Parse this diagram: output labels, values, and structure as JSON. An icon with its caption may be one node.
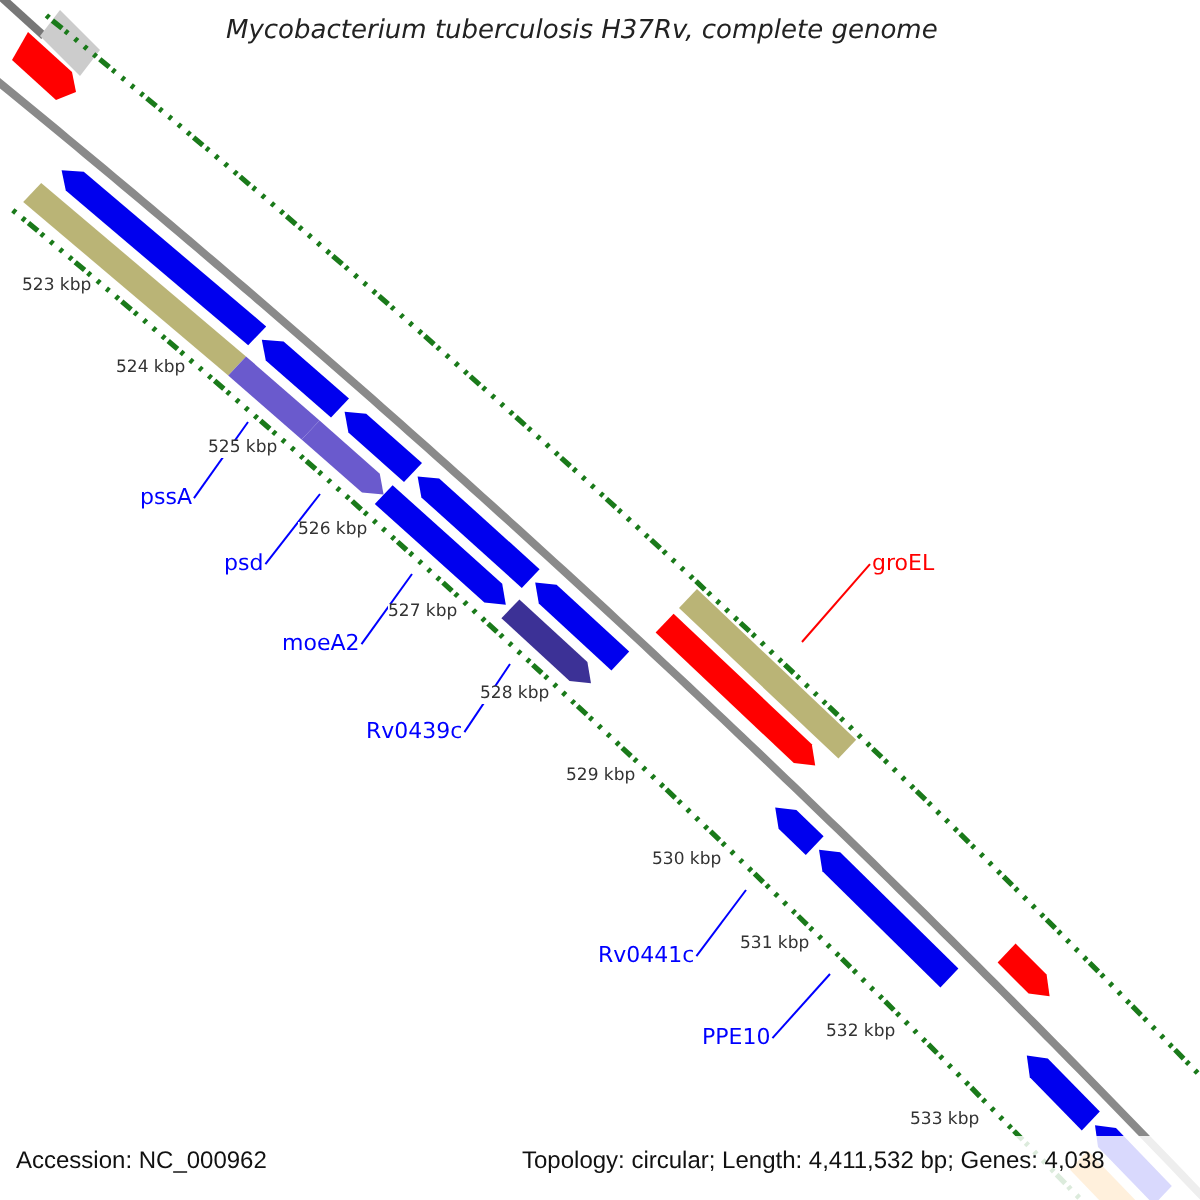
{
  "diagram": {
    "title": "Mycobacterium tuberculosis H37Rv, complete genome",
    "nodes": [
      {
        "text": [
          "pssA"
        ]
      },
      {
        "text": [
          "psd"
        ]
      },
      {
        "text": [
          "groEL"
        ]
      },
      {
        "text": [
          "moeA2"
        ]
      },
      {
        "text": [
          "Rv0439c"
        ]
      },
      {
        "text": [
          "Rv0441c"
        ]
      },
      {
        "text": [
          "PPE10"
        ]
      }
    ],
    "edges": [
      {
        "from": 0,
        "to": null,
        "arrow": "none"
      },
      {
        "from": 1,
        "to": null,
        "arrow": "none"
      },
      {
        "from": 2,
        "to": null,
        "arrow": "none",
        "color": "#ff0000"
      },
      {
        "from": 3,
        "to": null,
        "arrow": "none"
      },
      {
        "from": 4,
        "to": null,
        "arrow": "none"
      },
      {
        "from": 5,
        "to": null,
        "arrow": "none"
      },
      {
        "from": 6,
        "to": null,
        "arrow": "none"
      }
    ],
    "labels": [
      "523 kbp",
      "524 kbp",
      "525 kbp",
      "526 kbp",
      "527 kbp",
      "528 kbp",
      "529 kbp",
      "530 kbp",
      "531 kbp",
      "532 kbp",
      "533 kbp",
      "Accession: NC_000962",
      "Topology: circular; Length: 4,411,532 bp; Genes: 4,038"
    ]
  }
}
